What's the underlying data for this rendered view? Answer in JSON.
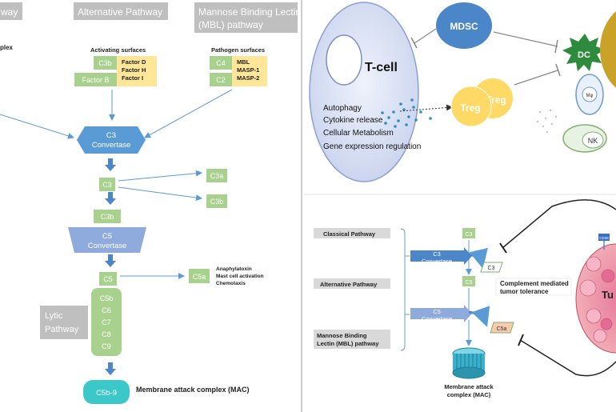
{
  "left_panel": {
    "headers": {
      "classical_fragment": "way",
      "alternative": "Alternative Pathway",
      "mbl_line1": "Mannose Binding Lectin",
      "mbl_line2": "(MBL) pathway"
    },
    "complex_fragment": "plex",
    "activating_surfaces": "Activating surfaces",
    "pathogen_surfaces": "Pathogen surfaces",
    "c3b_box": "C3b",
    "factor_b": "Factor B",
    "factors_dhi": [
      "Factor D",
      "Factor H",
      "Factor  I"
    ],
    "c4": "C4",
    "c2": "C2",
    "mbl_masp": [
      "MBL",
      "MASP-1",
      "MASP-2"
    ],
    "c3_convertase": [
      "C3",
      "Convertase"
    ],
    "c3": "C3",
    "c3a": "C3a",
    "c3b_right": "C3b",
    "c3b_mid": "C3b",
    "c5_convertase": [
      "C5",
      "Convertase"
    ],
    "c5": "C5",
    "c5a": "C5a",
    "c5a_effects": [
      "Anaphylatoxin",
      "Mast cell activation",
      "Chemotaxis"
    ],
    "lytic_pathway": [
      "Lytic",
      "Pathway"
    ],
    "terminal_components": [
      "C5b",
      "C6",
      "C7",
      "C8",
      "C9"
    ],
    "c5b9": "C5b-9",
    "mac_label": "Membrane attack complex (MAC)"
  },
  "top_right": {
    "tcell": "T-cell",
    "tcell_functions": [
      "Autophagy",
      "Cytokine release",
      "Cellular Metabolism",
      "Gene expression regulation"
    ],
    "mdsc": "MDSC",
    "treg_front": "Treg",
    "treg_back": "Treg",
    "dc": "DC",
    "mphi": "Mφ",
    "nk": "NK"
  },
  "bottom_right": {
    "classical": "Classical Pathway",
    "alternative": "Alternative Pathway",
    "mbl": [
      "Mannose Binding",
      "Lectin (MBL) pathway"
    ],
    "c3_top": "C3",
    "c3_convertase": [
      "C3",
      "Convertase"
    ],
    "c3_diamond": "C3",
    "c5": "C5",
    "c5_convertase": [
      "C5",
      "Convertase"
    ],
    "c5a": "C5a",
    "complement_tolerance": [
      "Complement mediated",
      "tumor tolerance"
    ],
    "mac": [
      "Membrane attack",
      "complex (MAC)"
    ],
    "cd46": "CD46",
    "tumor_fragment": "Tu"
  },
  "colors": {
    "green_box": "#a9d18e",
    "green_text": "#ffffff",
    "tan_box": "#ffe699",
    "convertase_blue": "#5b9bd5",
    "header_gray": "#bfbfbf",
    "mdsc_blue": "#4a86c8",
    "treg_yellow": "#ffd966",
    "dc_green": "#2e8b3e",
    "mac_teal": "#3cc8c8",
    "tumor_pink": "#f4a6a6"
  }
}
